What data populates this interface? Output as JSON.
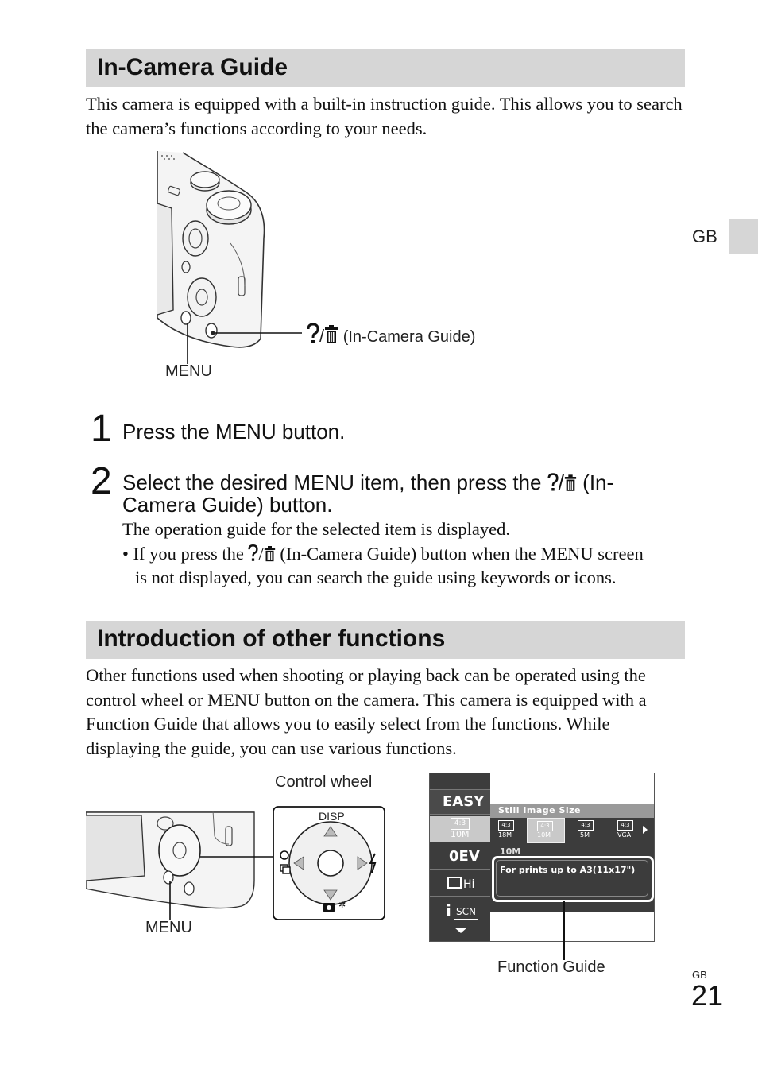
{
  "section1": {
    "title": "In-Camera Guide",
    "intro": "This camera is equipped with a built-in instruction guide. This allows you to search the camera’s functions according to your needs."
  },
  "figure1": {
    "guide_button_label": "(In-Camera Guide)",
    "menu_label": "MENU"
  },
  "side_tab": {
    "label": "GB"
  },
  "steps": [
    {
      "number": "1",
      "text": "Press the MENU button."
    },
    {
      "number": "2",
      "text_part1": "Select the desired MENU item, then press the",
      "text_part2": "(In-",
      "text_line2": "Camera Guide) button.",
      "note": "The operation guide for the selected item is displayed.",
      "bullet_part1": "If you press the",
      "bullet_part2": "(In-Camera Guide) button when the MENU screen",
      "bullet_line2": "is not displayed, you can search the guide using keywords or icons."
    }
  ],
  "section2": {
    "title": "Introduction of other functions",
    "intro": "Other functions used when shooting or playing back can be operated using the control wheel or MENU button on the camera. This camera is equipped with a Function Guide that allows you to easily select from the functions. While displaying the guide, you can use various functions."
  },
  "figure2": {
    "control_wheel_label": "Control wheel",
    "menu_label": "MENU",
    "disp_label": "DISP",
    "function_guide_label": "Function Guide"
  },
  "menu_screen": {
    "easy": "EASY",
    "side_size": "10M",
    "side_aspect": "4:3",
    "ev": "0EV",
    "drive": "Hi",
    "scene": "SCN",
    "header": "Still Image Size",
    "options": [
      {
        "aspect": "4:3",
        "size": "18M"
      },
      {
        "aspect": "4:3",
        "size": "10M"
      },
      {
        "aspect": "4:3",
        "size": "5M"
      },
      {
        "aspect": "4:3",
        "size": "VGA"
      }
    ],
    "selected_value": "10M",
    "guide_text": "For prints up to A3(11x17\")"
  },
  "page_number": {
    "region": "GB",
    "number": "21"
  }
}
